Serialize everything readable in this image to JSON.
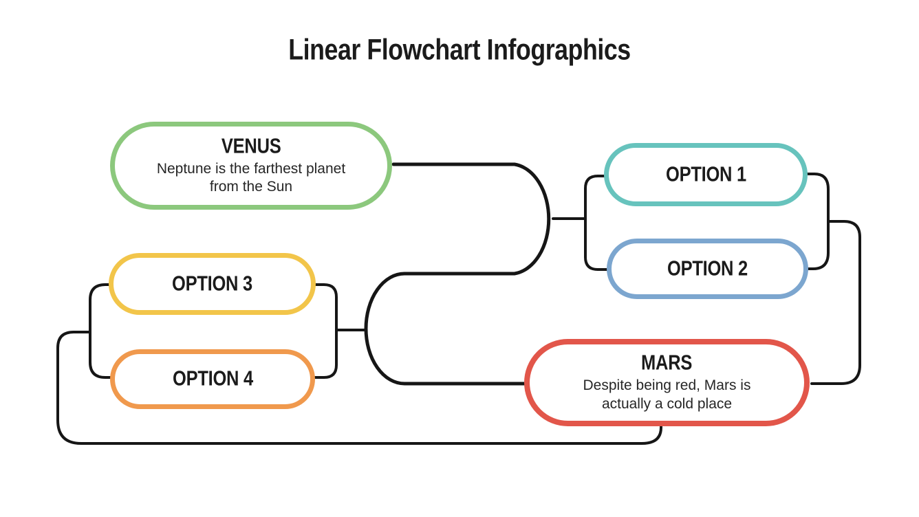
{
  "title": "Linear Flowchart Infographics",
  "connectors": {
    "color": "#161616"
  },
  "nodes": [
    {
      "id": "venus",
      "label": "VENUS",
      "description": "Neptune is the farthest planet from the Sun",
      "color": "#8CC87D"
    },
    {
      "id": "option-1",
      "label": "OPTION 1",
      "description": "",
      "color": "#67C3BD"
    },
    {
      "id": "option-2",
      "label": "OPTION 2",
      "description": "",
      "color": "#7CA6CF"
    },
    {
      "id": "option-3",
      "label": "OPTION 3",
      "description": "",
      "color": "#F2C54A"
    },
    {
      "id": "option-4",
      "label": "OPTION 4",
      "description": "",
      "color": "#F0994D"
    },
    {
      "id": "mars",
      "label": "MARS",
      "description": "Despite being red, Mars is actually a cold place",
      "color": "#E2564A"
    }
  ]
}
